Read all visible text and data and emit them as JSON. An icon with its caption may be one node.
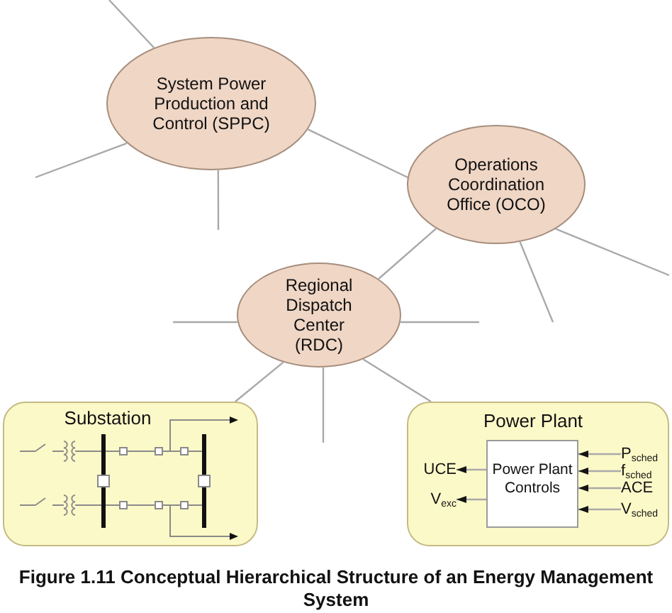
{
  "diagram": {
    "caption": "Figure 1.11 Conceptual Hierarchical Structure of an Energy Management System",
    "nodes": [
      {
        "text": [
          "System Power Production and Control (SPPC)"
        ]
      },
      {
        "text": [
          "Operations Coordination Office (OCO)"
        ]
      },
      {
        "text": [
          "Regional Dispatch Center (RDC)"
        ]
      },
      {
        "text": [
          "Substation"
        ]
      },
      {
        "text": [
          "Power Plant"
        ]
      },
      {
        "text": [
          "Power Plant Controls"
        ],
        "in": 4
      },
      {
        "text": [
          "UCE"
        ],
        "in": 4
      },
      {
        "text": [
          "V$_{exc}$"
        ],
        "in": 4
      },
      {
        "text": [
          "P$_{sched}$"
        ],
        "in": 4
      },
      {
        "text": [
          "f$_{sched}$"
        ],
        "in": 4
      },
      {
        "text": [
          "ACE"
        ],
        "in": 4
      },
      {
        "text": [
          "V$_{sched}$"
        ],
        "in": 4
      }
    ],
    "edges": [
      {
        "from": 0,
        "to": null,
        "arrow": "none"
      },
      {
        "from": 0,
        "to": null,
        "arrow": "none"
      },
      {
        "from": 0,
        "to": null,
        "arrow": "none"
      },
      {
        "from": 0,
        "to": 1,
        "arrow": "none"
      },
      {
        "from": 1,
        "to": null,
        "arrow": "none"
      },
      {
        "from": 1,
        "to": null,
        "arrow": "none"
      },
      {
        "from": 1,
        "to": 2,
        "arrow": "none"
      },
      {
        "from": 2,
        "to": null,
        "arrow": "none"
      },
      {
        "from": 2,
        "to": null,
        "arrow": "none"
      },
      {
        "from": 2,
        "to": null,
        "arrow": "none"
      },
      {
        "from": 2,
        "to": 3,
        "arrow": "none"
      },
      {
        "from": 2,
        "to": 4,
        "arrow": "none"
      },
      {
        "from": 8,
        "to": 5,
        "arrow": "to"
      },
      {
        "from": 9,
        "to": 5,
        "arrow": "to"
      },
      {
        "from": 10,
        "to": 5,
        "arrow": "to"
      },
      {
        "from": 11,
        "to": 5,
        "arrow": "to"
      },
      {
        "from": 5,
        "to": 6,
        "arrow": "to"
      },
      {
        "from": 5,
        "to": 7,
        "arrow": "to"
      }
    ]
  }
}
